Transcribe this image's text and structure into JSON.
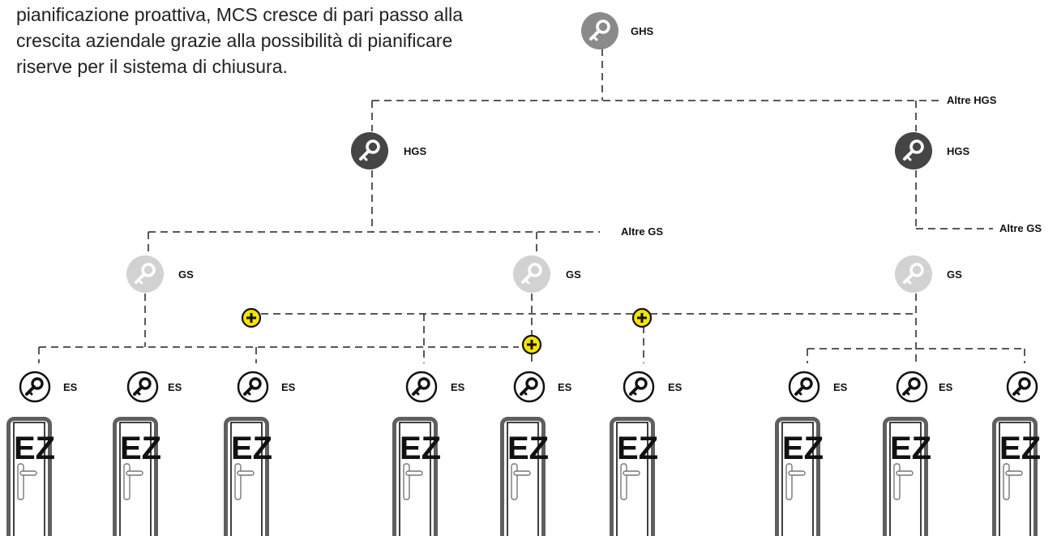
{
  "intro_lines": [
    "pianificazione proattiva, MCS cresce di pari passo alla",
    "crescita aziendale grazie alla possibilità di pianificare",
    "riserve per il sistema di chiusura."
  ],
  "labels": {
    "ghs": "GHS",
    "hgs": "HGS",
    "gs": "GS",
    "es": "ES",
    "ez": "EZ",
    "altre_hgs": "Altre HGS",
    "altre_gs": "Altre GS"
  },
  "colors": {
    "ghs_key": "#8a8a8a",
    "hgs_key": "#454545",
    "gs_key": "#d2d2d2",
    "plus_badge": "#f5e400",
    "door_frame": "#5f5f5f"
  },
  "icons": [
    "key-icon",
    "door-icon",
    "plus-icon"
  ]
}
